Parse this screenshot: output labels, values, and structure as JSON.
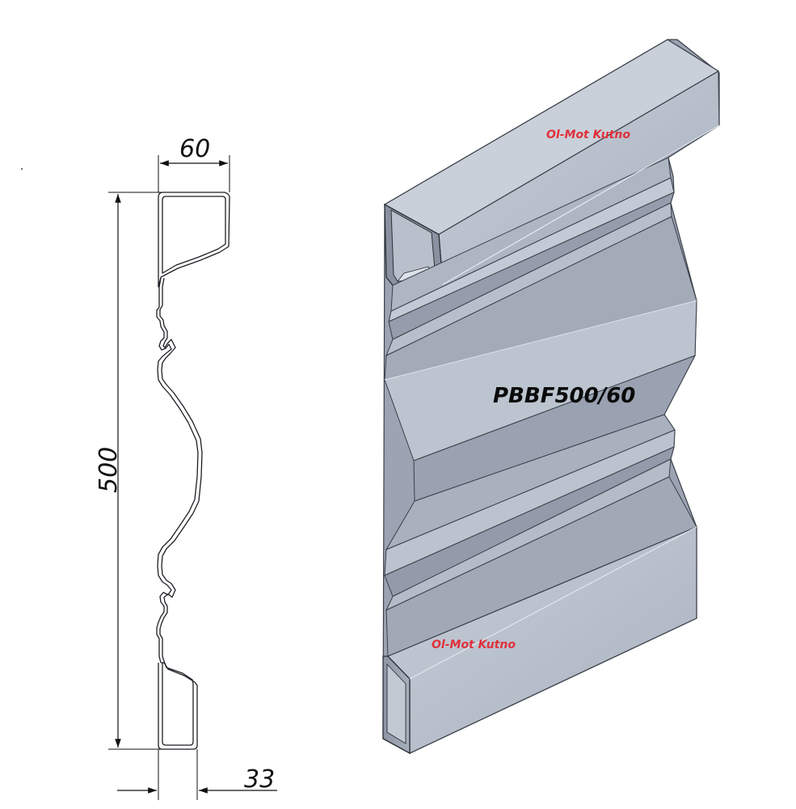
{
  "drawing": {
    "dimensions": {
      "width_top": "60",
      "height": "500",
      "width_bottom": "33"
    },
    "model_label": "PBBF500/60",
    "watermark_top": "Ol-Mot Kutno",
    "watermark_bottom": "Ol-Mot Kutno",
    "colors": {
      "watermark": "#e0303a",
      "steel_light": "#c3cbd6",
      "steel_mid": "#a5adbb",
      "steel_dark": "#7f8898",
      "outline": "#2b2f36"
    }
  }
}
